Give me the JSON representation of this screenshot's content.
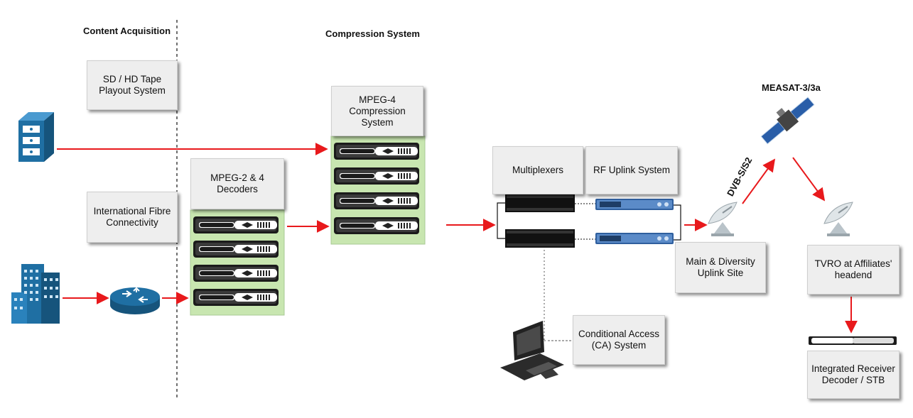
{
  "sections": {
    "content_acquisition": "Content Acquisition",
    "compression_system": "Compression System"
  },
  "boxes": {
    "tape_playout": "SD / HD Tape\nPlayout System",
    "fibre": "International Fibre\nConnectivity",
    "decoders": "MPEG-2 & 4\nDecoders",
    "compression": "MPEG-4\nCompression\nSystem",
    "multiplexers": "Multiplexers",
    "rf_uplink": "RF Uplink System",
    "main_uplink": "Main & Diversity\nUplink Site",
    "tvro": "TVRO at Affiliates'\nheadend",
    "ird": "Integrated Receiver\nDecoder / STB",
    "ca": "Conditional Access\n(CA) System"
  },
  "satellite": {
    "name": "MEASAT-3/3a",
    "link": "DVB-S/S2"
  },
  "colors": {
    "arrow": "#e8191c",
    "rack_panel": "#c8e6b0",
    "icon_blue": "#1f6fa3",
    "box_bg": "#eeeeee"
  },
  "icons": [
    "server-icon",
    "building-icon",
    "router-icon",
    "satellite-icon",
    "dish-icon",
    "computer-icon",
    "rack-unit-icon",
    "multiplexer-icon",
    "uplink-unit-icon"
  ]
}
